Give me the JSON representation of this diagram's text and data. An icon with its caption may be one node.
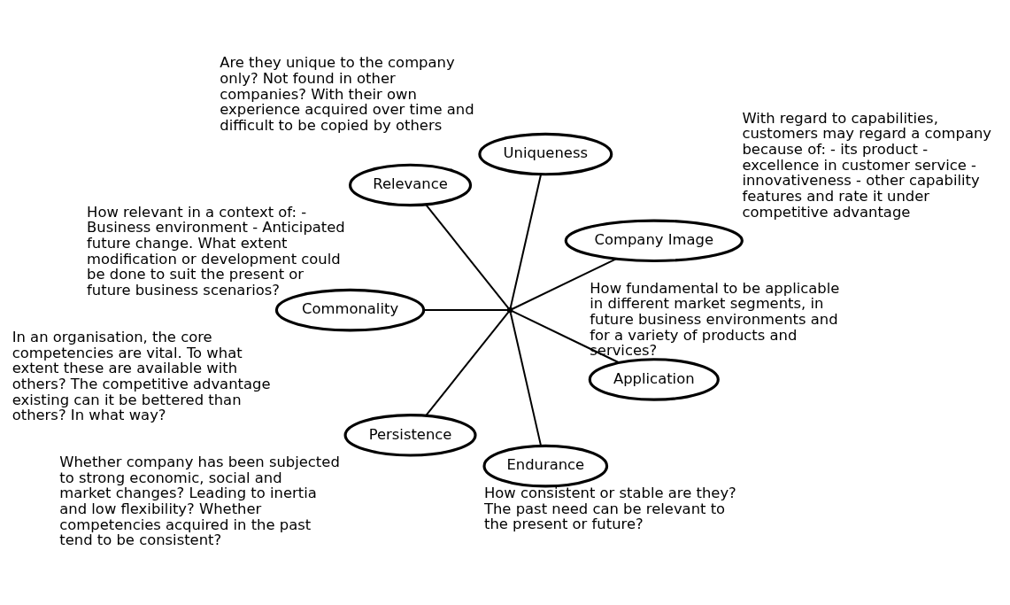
{
  "diagram": {
    "nodes": [
      {
        "text": [
          "Company Image"
        ],
        "beside": [
          "With regard to capabilities, customers may regard a company because of: - its product - excellence in customer service - innovativeness - other capability features and rate it under competitive advantage"
        ]
      },
      {
        "text": [
          "Uniqueness"
        ],
        "beside": [
          "Are they unique to the company only? Not found in other companies? With their own experience acquired over time and difficult to be copied by others"
        ]
      },
      {
        "text": [
          "Relevance"
        ],
        "beside": [
          "How relevant in a context of: - Business environment - Anticipated future change. What extent modification or development could be done to suit the present or future business scenarios?"
        ]
      },
      {
        "text": [],
        "shape": "point"
      },
      {
        "text": [
          "Commonality"
        ],
        "beside": [
          "In an organisation, the core competencies are vital. To what extent these are available with others? The competitive advantage existing can it be bettered than others? In what way?"
        ]
      },
      {
        "text": [
          "Persistence"
        ],
        "beside": [
          "Whether company has been subjected to strong economic, social and market changes? Leading to inertia and low flexibility? Whether competencies acquired in the past tend to be consistent?"
        ]
      },
      {
        "text": [
          "Endurance"
        ],
        "beside": [
          "How consistent or stable are they? The past need can be relevant to the present or future?"
        ]
      },
      {
        "text": [
          "Application"
        ],
        "beside": [
          "How fundamental to be applicable in different market segments, in future business environments and for a variety of products and services?"
        ]
      }
    ],
    "edges": [
      {
        "from": 3,
        "to": 1,
        "arrow": "none"
      },
      {
        "from": 3,
        "to": 4,
        "arrow": "none"
      },
      {
        "from": 3,
        "to": 7,
        "arrow": "none"
      },
      {
        "from": 3,
        "to": 6,
        "arrow": "none"
      },
      {
        "from": 3,
        "to": 5,
        "arrow": "none"
      },
      {
        "from": 3,
        "to": 2,
        "arrow": "none"
      },
      {
        "from": 3,
        "to": 0,
        "arrow": "none"
      }
    ]
  }
}
